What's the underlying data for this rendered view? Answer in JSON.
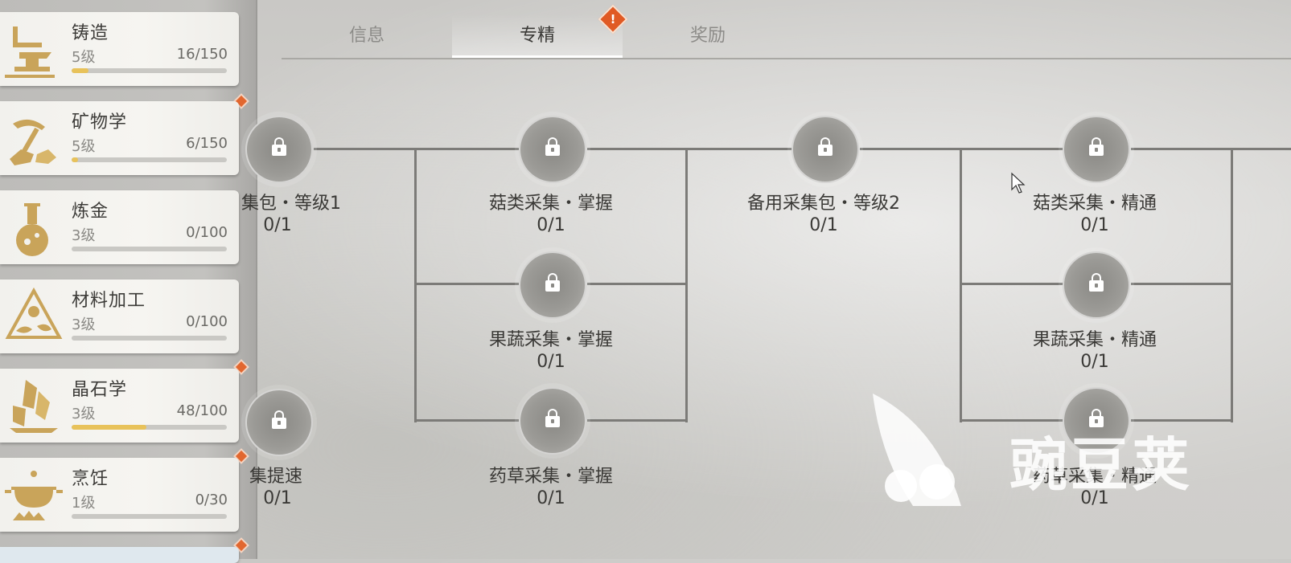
{
  "sidebar": {
    "skills": [
      {
        "name": "铸造",
        "level": "5级",
        "progress": "16/150",
        "fraction": 0.107,
        "icon": "anvil-icon"
      },
      {
        "name": "矿物学",
        "level": "5级",
        "progress": "6/150",
        "fraction": 0.04,
        "icon": "pickaxe-icon"
      },
      {
        "name": "炼金",
        "level": "3级",
        "progress": "0/100",
        "fraction": 0.0,
        "icon": "flask-icon"
      },
      {
        "name": "材料加工",
        "level": "3级",
        "progress": "0/100",
        "fraction": 0.0,
        "icon": "material-icon"
      },
      {
        "name": "晶石学",
        "level": "3级",
        "progress": "48/100",
        "fraction": 0.48,
        "icon": "crystal-icon"
      },
      {
        "name": "烹饪",
        "level": "1级",
        "progress": "0/30",
        "fraction": 0.0,
        "icon": "cooking-pot-icon"
      }
    ],
    "accent_color": "#e8c25a",
    "alert_color": "#e2672f"
  },
  "tabs": [
    {
      "label": "信息",
      "active": false
    },
    {
      "label": "专精",
      "active": true,
      "alert": "!"
    },
    {
      "label": "奖励",
      "active": false
    }
  ],
  "tree": {
    "nodes": [
      {
        "title": "集包・等级1",
        "count": "0/1",
        "icon": "bag-icon",
        "locked": true
      },
      {
        "title": "菇类采集・掌握",
        "count": "0/1",
        "icon": "mushroom-icon",
        "locked": true
      },
      {
        "title": "备用采集包・等级2",
        "count": "0/1",
        "icon": "bag-icon",
        "locked": true
      },
      {
        "title": "菇类采集・精通",
        "count": "0/1",
        "icon": "mushroom-icon",
        "locked": true
      },
      {
        "title": "果蔬采集・掌握",
        "count": "0/1",
        "icon": "fruit-icon",
        "locked": true
      },
      {
        "title": "果蔬采集・精通",
        "count": "0/1",
        "icon": "fruit-icon",
        "locked": true
      },
      {
        "title": "集提速",
        "count": "0/1",
        "icon": "hourglass-icon",
        "locked": true
      },
      {
        "title": "药草采集・掌握",
        "count": "0/1",
        "icon": "herb-icon",
        "locked": true
      },
      {
        "title": "药草采集・精通",
        "count": "0/1",
        "icon": "herb-icon",
        "locked": true
      }
    ]
  },
  "watermark": {
    "text": "豌豆荚"
  }
}
